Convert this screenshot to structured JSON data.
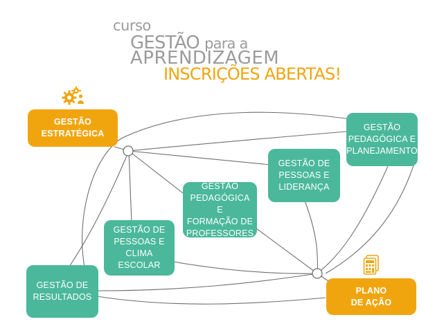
{
  "header": {
    "curso": "curso",
    "gestao_word": "GESTÃO",
    "para_a": "para a",
    "aprendizagem": "APRENDIZAGEM",
    "inscricoes": "INSCRIÇÕES ABERTAS!"
  },
  "colors": {
    "teal": "#4bb89b",
    "orange": "#f0a50f",
    "gray_text": "#9b9b9b",
    "line": "#6e6e6e"
  },
  "icons": {
    "top_left": "gears-person-icon",
    "bottom_right": "calculator-icon"
  },
  "nodes": {
    "gestao_estrategica": {
      "lines": [
        "GESTÃO",
        "ESTRATÉGICA"
      ]
    },
    "gestao_pedagogica_planejamento": {
      "lines": [
        "GESTÃO",
        "PEDAGÓGICA E",
        "PLANEJAMENTO"
      ]
    },
    "gestao_pessoas_lideranca": {
      "lines": [
        "GESTÃO DE",
        "PESSOAS E",
        "LIDERANÇA"
      ]
    },
    "gestao_pedagogica_formacao": {
      "lines": [
        "GESTÃO",
        "PEDAGÓGICA E",
        "FORMAÇÃO DE",
        "PROFESSORES"
      ]
    },
    "gestao_pessoas_clima": {
      "lines": [
        "GESTÃO DE",
        "PESSOAS E",
        "CLIMA",
        "ESCOLAR"
      ]
    },
    "gestao_resultados": {
      "lines": [
        "GESTÃO DE",
        "RESULTADOS"
      ]
    },
    "plano_acao": {
      "lines": [
        "PLANO",
        "DE AÇÃO"
      ]
    }
  }
}
